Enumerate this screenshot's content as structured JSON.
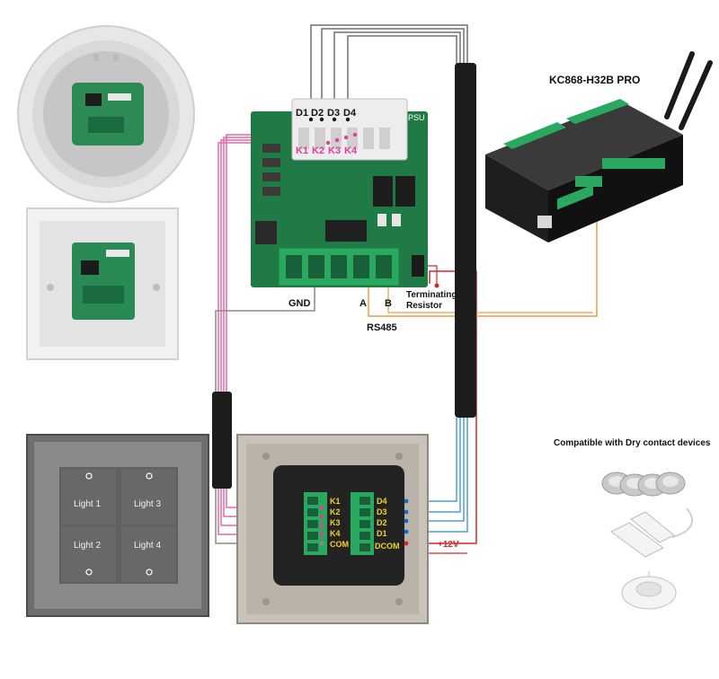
{
  "controller": {
    "title": "KC868-H32B PRO"
  },
  "compatible_note": "Compatible with Dry contact devices",
  "board": {
    "input_labels": [
      "D1",
      "D2",
      "D3",
      "D4"
    ],
    "output_labels": [
      "K1",
      "K2",
      "K3",
      "K4"
    ],
    "psu_label": "PSU",
    "gnd_label": "GND",
    "a_label": "A",
    "b_label": "B",
    "rs485_label": "RS485",
    "terminating_resistor": [
      "Terminating",
      "Resistor"
    ]
  },
  "panel": {
    "buttons": [
      "Light 1",
      "Light 3",
      "Light 2",
      "Light 4"
    ]
  },
  "backplate": {
    "left_terminals": [
      "K1",
      "K2",
      "K3",
      "K4",
      "COM"
    ],
    "right_terminals": [
      "D4",
      "D3",
      "D2",
      "D1",
      "DCOM"
    ],
    "power_label": "+12V"
  },
  "colors": {
    "pink_wire": "#e06aa8",
    "blue_wire": "#4a9fd8",
    "orange_wire": "#e3a047",
    "red_wire": "#d6262b",
    "board_green": "#1f7a45",
    "terminal_green": "#2aa860",
    "key_blue": "#1a63c6",
    "key_pink": "#e0409a",
    "highlight_yellow": "#f4d21f"
  }
}
